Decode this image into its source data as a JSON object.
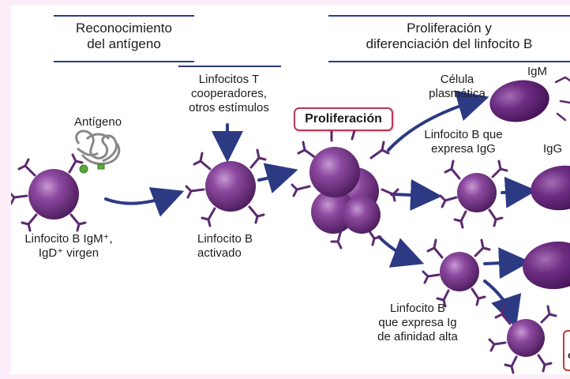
{
  "headers": {
    "recognition": [
      "Reconocimiento",
      "del antígeno"
    ],
    "proliferation": [
      "Proliferación y",
      "diferenciación del linfocito B"
    ]
  },
  "labels": {
    "antigen": "Antígeno",
    "naive_cell": [
      "Linfocito B IgM⁺,",
      "IgD⁺ virgen"
    ],
    "helper": [
      "Linfocitos T",
      "cooperadores,",
      "otros estímulos"
    ],
    "activated": [
      "Linfocito B",
      "activado"
    ],
    "proliferation_box": "Proliferación",
    "plasma": [
      "Célula",
      "plasmática"
    ],
    "igm": "IgM",
    "igg_cell": [
      "Linfocito B que",
      "expresa IgG"
    ],
    "igg": "IgG",
    "high_affinity": [
      "Linfocito B",
      "que expresa Ig",
      "de afinidad alta"
    ],
    "cut_letter": "c"
  },
  "colors": {
    "cell": "#6b2e7e",
    "cell_light": "#9a5aaa",
    "arrow": "#2c3a84",
    "header_line": "#2c3a84",
    "plasma": "#5a2469"
  }
}
